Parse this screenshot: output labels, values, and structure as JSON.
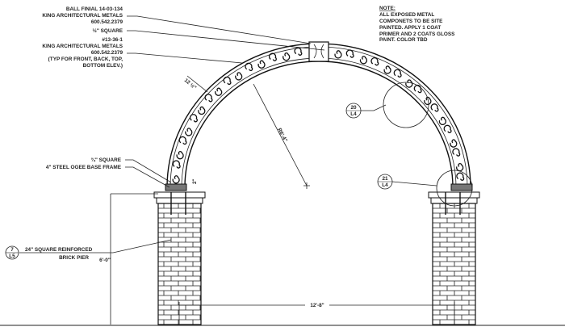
{
  "labels": {
    "ball_finial": [
      "BALL FINIAL 14-03-134",
      "KING ARCHITECTURAL METALS",
      "600.542.2379"
    ],
    "half_square": "½\" SQUARE",
    "panel": [
      "#13-36-1",
      "KING ARCHITECTURAL METALS",
      "600.542.2379",
      "(TYP FOR FRONT, BACK, TOP,",
      "BOTTOM ELEV.)"
    ],
    "three_quarter_square": "¾\" SQUARE",
    "base_frame": "4\" STEEL OGEE BASE FRAME",
    "brick_pier": [
      "24\" SQUARE REINFORCED",
      "BRICK PIER"
    ]
  },
  "note": {
    "title": "NOTE:",
    "lines": [
      "ALL EXPOSED METAL",
      "COMPONETS TO BE SITE",
      "PAINTED.  APPLY 1 COAT",
      "PRIMER AND 2 COATS GLOSS",
      "PAINT. COLOR TBD"
    ]
  },
  "dimensions": {
    "band_width": "12 ½\"",
    "radius": "R6'-4\"",
    "base_height": "2\"",
    "pier_height": "6'-0\"",
    "opening_width": "12'-8\""
  },
  "callouts": [
    {
      "number": "7",
      "sheet": "L5"
    },
    {
      "number": "20",
      "sheet": "L4"
    },
    {
      "number": "21",
      "sheet": "L4"
    }
  ]
}
